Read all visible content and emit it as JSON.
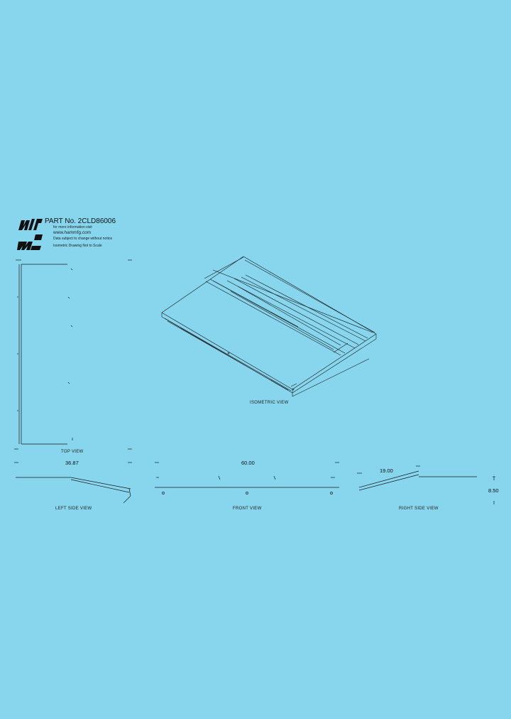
{
  "drawing": {
    "part_label": "PART No. 2CLD86006",
    "header_lines": [
      "for more information visit",
      "www.hammfg.com",
      "Data subject to change without notice",
      "Isometric Drawing Not to Scale"
    ],
    "logo": "hammond-logo",
    "views": {
      "top": "TOP VIEW",
      "isometric": "ISOMETRIC VIEW",
      "left": "LEFT SIDE VIEW",
      "front": "FRONT VIEW",
      "right": "RIGHT SIDE VIEW"
    },
    "dimensions": {
      "depth": "36.87",
      "width": "60.00",
      "slope_width": "19.00",
      "height": "8.50"
    },
    "line_color": "#1a1a1a",
    "background": "#87d6ee"
  }
}
